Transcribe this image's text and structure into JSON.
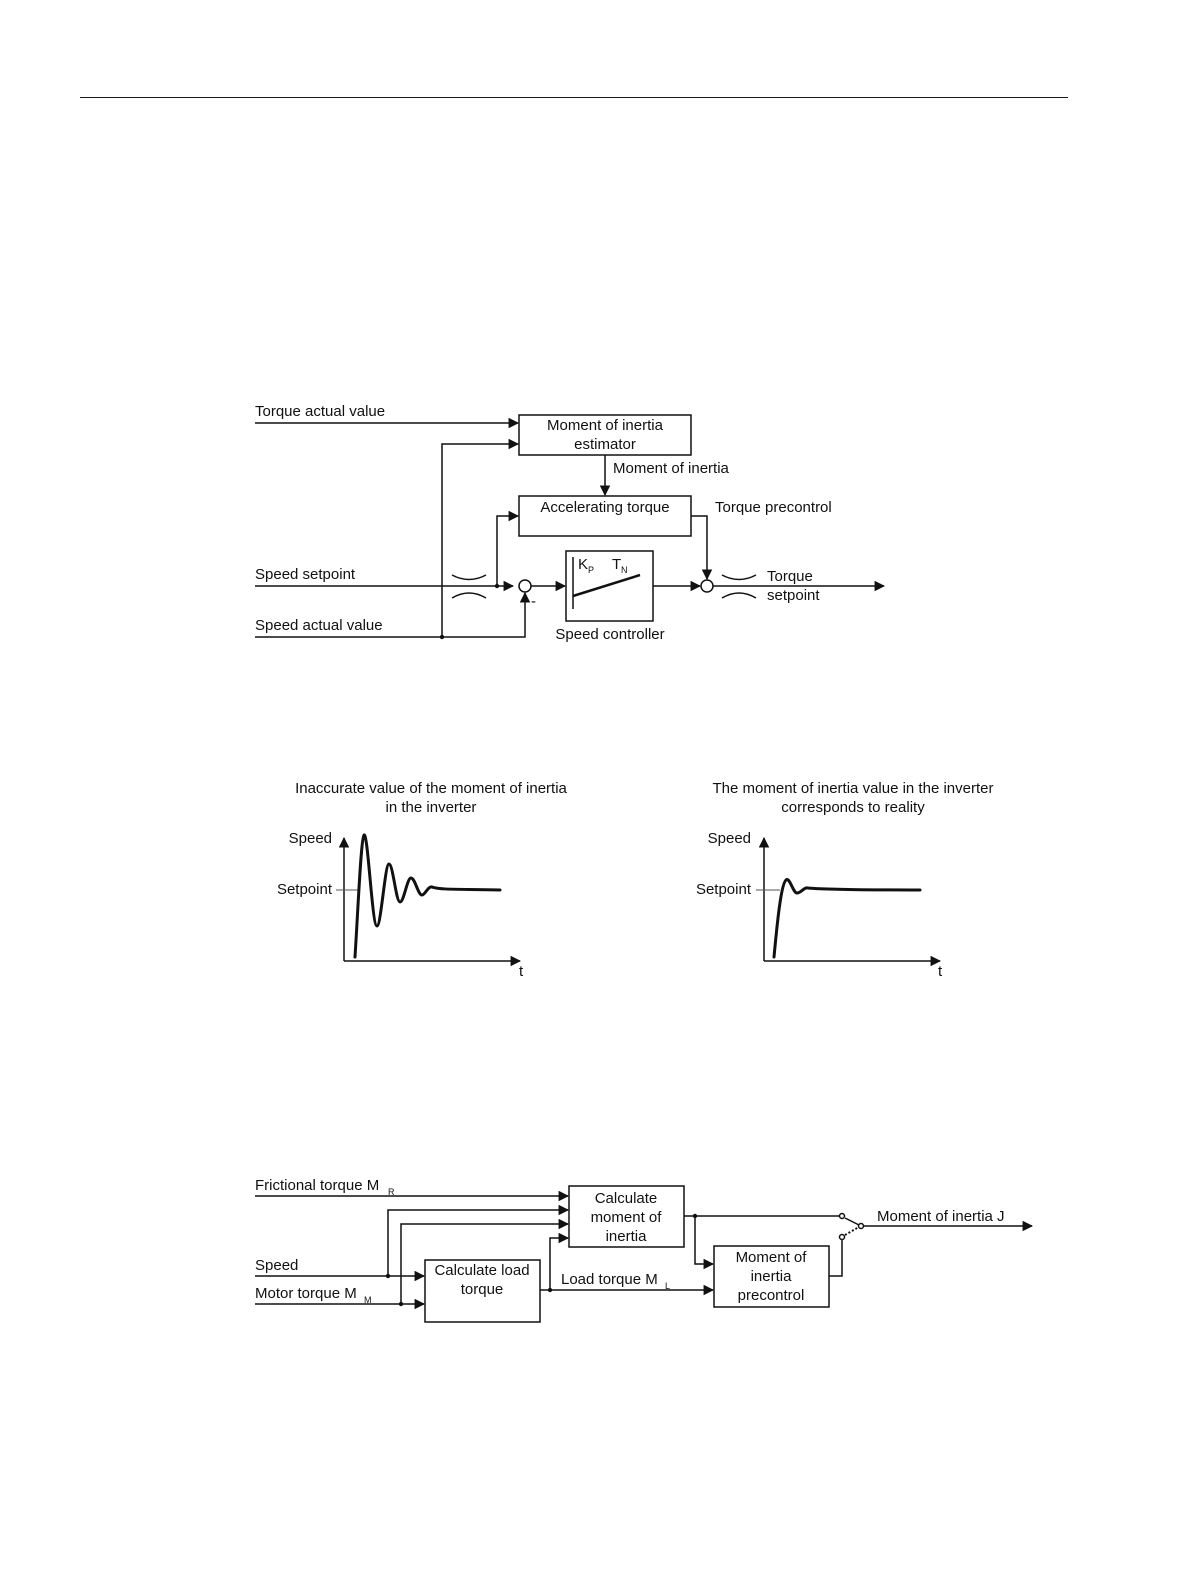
{
  "diagram1": {
    "torque_actual_value": "Torque actual value",
    "estimator": [
      "Moment of inertia",
      "estimator"
    ],
    "moment_of_inertia": "Moment of inertia",
    "accelerating_torque": "Accelerating torque",
    "torque_precontrol": "Torque precontrol",
    "speed_setpoint": "Speed setpoint",
    "speed_actual_value": "Speed actual value",
    "minus_sign": "-",
    "kp": "K",
    "kp_sub": "P",
    "tn": "T",
    "tn_sub": "N",
    "speed_controller": "Speed controller",
    "torque_setpoint": [
      "Torque",
      "setpoint"
    ]
  },
  "graphs": {
    "left": {
      "title": [
        "Inaccurate value of the moment of inertia",
        "in the inverter"
      ],
      "y_label": "Speed",
      "setpoint_label": "Setpoint",
      "x_label": "t"
    },
    "right": {
      "title": [
        "The moment of inertia value in the inverter",
        "corresponds to reality"
      ],
      "y_label": "Speed",
      "setpoint_label": "Setpoint",
      "x_label": "t"
    }
  },
  "diagram2": {
    "frictional_torque": "Frictional torque M",
    "frictional_torque_sub": "R",
    "speed": "Speed",
    "motor_torque": "Motor torque M",
    "motor_torque_sub": "M",
    "calc_moment": [
      "Calculate",
      "moment of",
      "inertia"
    ],
    "calc_load": [
      "Calculate load",
      "torque"
    ],
    "load_torque": "Load torque M",
    "load_torque_sub": "L",
    "precontrol": [
      "Moment of",
      "inertia",
      "precontrol"
    ],
    "output": "Moment of inertia J"
  }
}
